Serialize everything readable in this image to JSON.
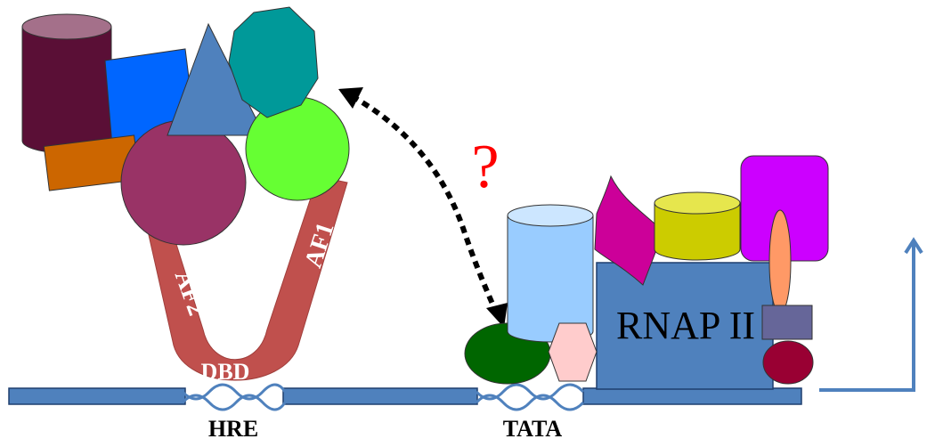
{
  "labels": {
    "af1": "AF1",
    "af2": "AF2",
    "dbd": "DBD",
    "rnap": "RNAP II",
    "hre": "HRE",
    "tata": "TATA",
    "question": "?"
  },
  "colors": {
    "dna": "#4f81bd",
    "receptor": "#c0504d",
    "question": "#ff0000",
    "arrow": "#000000"
  }
}
